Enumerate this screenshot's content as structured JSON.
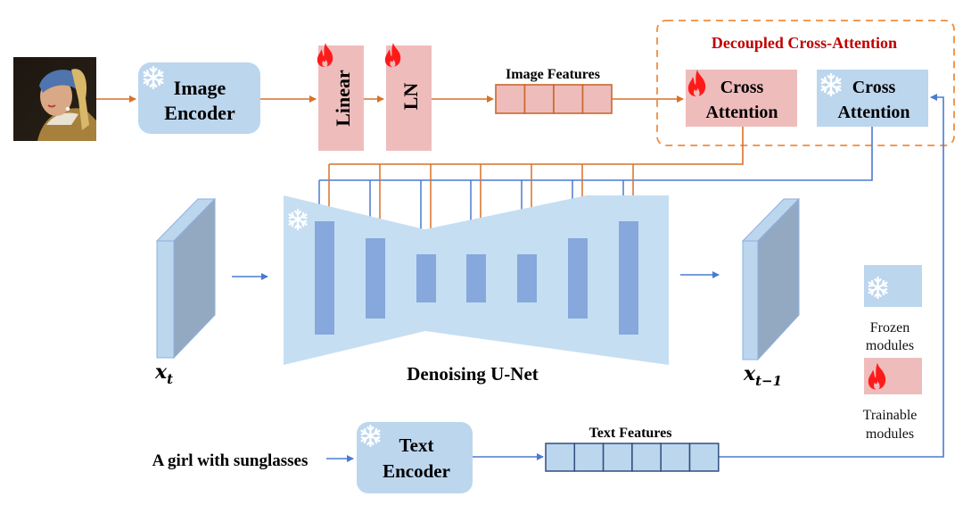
{
  "title": "IP-Adapter architecture: Decoupled Cross-Attention",
  "colors": {
    "trainable_fill": "#efbcbc",
    "frozen_fill": "#bcd6ee",
    "orange_arrow": "#d9712a",
    "blue_arrow": "#4a7bd1",
    "unet_block": "#86a8dc",
    "unet_body": "#c6def2",
    "dashed_border": "#ef8c3f",
    "header_red": "#c00000",
    "flame": "#ff1a1a"
  },
  "input_image": {
    "label": "Girl with a Pearl Earring (input image)"
  },
  "image_encoder": {
    "line1": "Image",
    "line2": "Encoder",
    "state": "frozen",
    "icon": "snowflake-icon"
  },
  "linear": {
    "label": "Linear",
    "state": "trainable",
    "icon": "flame-icon"
  },
  "layer_norm": {
    "label": "LN",
    "state": "trainable",
    "icon": "flame-icon"
  },
  "image_features": {
    "label": "Image Features",
    "tokens": 4
  },
  "decoupled": {
    "title": "Decoupled Cross-Attention",
    "trainable_attn": {
      "line1": "Cross",
      "line2": "Attention",
      "state": "trainable",
      "icon": "flame-icon"
    },
    "frozen_attn": {
      "line1": "Cross",
      "line2": "Attention",
      "state": "frozen",
      "icon": "snowflake-icon"
    }
  },
  "unet": {
    "label": "Denoising U-Net",
    "state": "frozen",
    "blocks": 7
  },
  "x_t": {
    "base": "x",
    "sub": "t"
  },
  "x_t_minus_1": {
    "base": "x",
    "sub": "t−1"
  },
  "prompt": {
    "text": "A girl with sunglasses"
  },
  "text_encoder": {
    "line1": "Text",
    "line2": "Encoder",
    "state": "frozen",
    "icon": "snowflake-icon"
  },
  "text_features": {
    "label": "Text Features",
    "tokens": 6
  },
  "legend": {
    "frozen_line1": "Frozen",
    "frozen_line2": "modules",
    "trainable_line1": "Trainable",
    "trainable_line2": "modules"
  }
}
